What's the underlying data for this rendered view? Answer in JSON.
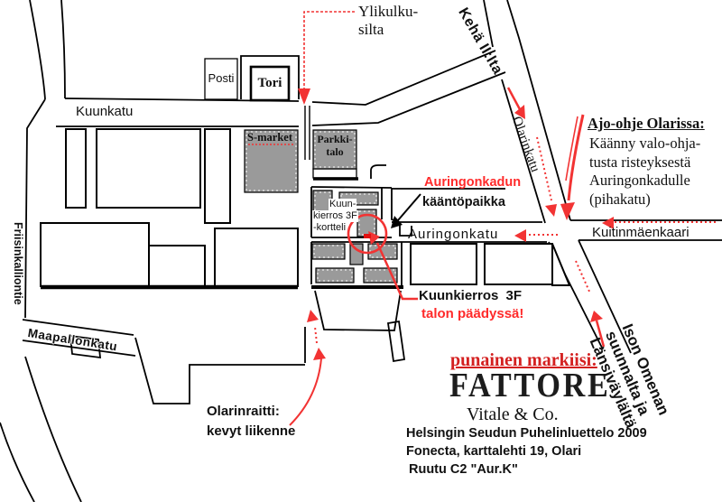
{
  "streets": {
    "kuunkatu": "Kuunkatu",
    "friisinkalliontie": "Friisinkalliontie",
    "maapallonkatu": "Maapallonkatu",
    "auringonkatu": "Auringonkatu",
    "kuitinmaenkaari": "Kuitinmäenkaari",
    "olarinkatu": "Olarinkatu",
    "keha": "Kehä II:lta"
  },
  "places": {
    "posti": "Posti",
    "tori": "Tori",
    "smarket": "S-market",
    "parkkitalo_line1": "Parkki-",
    "parkkitalo_line2": "talo",
    "kortteli_line1": "Kuun-",
    "kortteli_line2": "kierros 3F",
    "kortteli_line3": "-kortteli"
  },
  "annotations": {
    "ylikulkusilta_line1": "Ylikulku-",
    "ylikulkusilta_line2": "silta",
    "ajo_ohje": {
      "title": "Ajo-ohje Olarissa:",
      "line1": "Käänny valo-ohja-",
      "line2": "tusta risteyksestä",
      "line3": "Auringonkadulle",
      "line4": "(pihakatu)"
    },
    "kaantopaikka_red": "Auringonkadun",
    "kaantopaikka_black": "kääntöpaikka",
    "kuunkierros": "Kuunkierros 3F",
    "kuunkierros_red": "talon päädyssä!",
    "olarinraitti_line1": "Olarinraitti:",
    "olarinraitti_line2": "kevyt liikenne",
    "ison_line1": "Ison Omenan",
    "ison_line2": "suunnalta ja",
    "ison_line3": "Länsiväylältä"
  },
  "footer": {
    "punainen": "punainen markiisi:",
    "logo": "FATTORE",
    "logo_sub": "Vitale & Co.",
    "ref_line1": "Helsingin Seudun Puhelinluettelo 2009",
    "ref_line2": "Fonecta, karttalehti 19, Olari",
    "ref_line3": "Ruutu C2 \"Aur.K\""
  },
  "colors": {
    "route_red": "#f23333",
    "text_red": "#ff2a2a",
    "building_gray": "#9a9a9a"
  }
}
